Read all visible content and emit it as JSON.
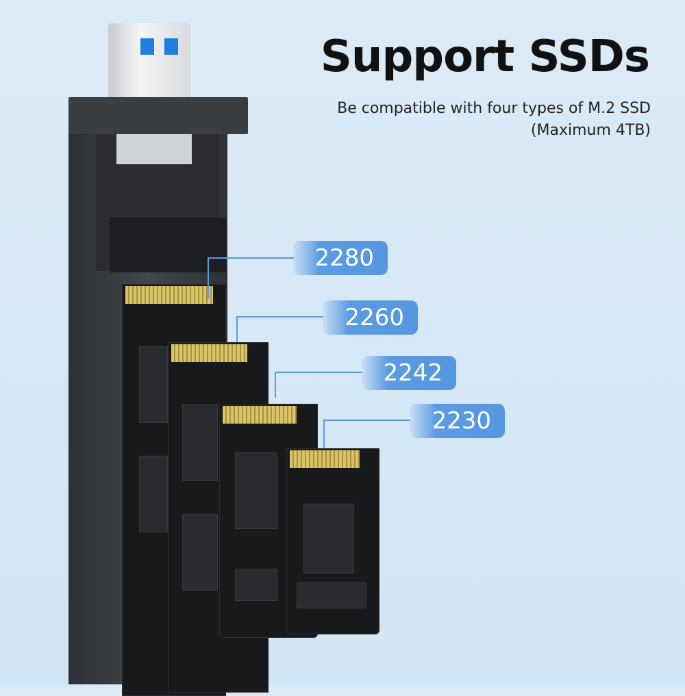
{
  "heading": {
    "title": "Support SSDs",
    "subtitle_line1": "Be compatible with four types of M.2 SSD",
    "subtitle_line2": "(Maximum 4TB)"
  },
  "ssd_sizes": [
    {
      "label": "2280"
    },
    {
      "label": "2260"
    },
    {
      "label": "2242"
    },
    {
      "label": "2230"
    }
  ],
  "colors": {
    "background": "#d6e8f6",
    "label_fill": "#5598e0",
    "enclosure": "#3a3d42",
    "usb_port": "#1e7fe0"
  }
}
